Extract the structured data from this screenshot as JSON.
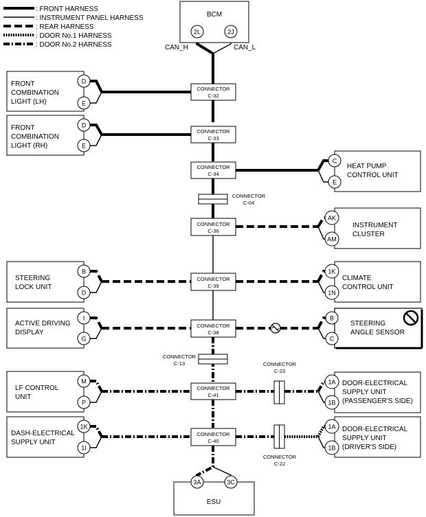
{
  "legend": [
    {
      "label": ": FRONT HARNESS",
      "style": "front"
    },
    {
      "label": ": INSTRUMENT PANEL HARNESS",
      "style": "ip"
    },
    {
      "label": ": REAR HARNESS",
      "style": "rear"
    },
    {
      "label": ": DOOR No.1 HARNESS",
      "style": "door1"
    },
    {
      "label": ": DOOR No.2 HARNESS",
      "style": "door2"
    }
  ],
  "bcm": {
    "name": "BCM",
    "pins": [
      "2L",
      "2J"
    ],
    "can_h": "CAN_H",
    "can_l": "CAN_L"
  },
  "connectors": {
    "c32": [
      "CONNECTOR",
      "C-32"
    ],
    "c33": [
      "CONNECTOR",
      "C-33"
    ],
    "c34": [
      "CONNECTOR",
      "C-34"
    ],
    "c04": [
      "CONNECTOR",
      "C-04"
    ],
    "c36": [
      "CONNECTOR",
      "C-36"
    ],
    "c39": [
      "CONNECTOR",
      "C-39"
    ],
    "c38": [
      "CONNECTOR",
      "C-38"
    ],
    "c13": [
      "CONNECTOR",
      "C-13"
    ],
    "c41": [
      "CONNECTOR",
      "C-41"
    ],
    "c23": [
      "CONNECTOR",
      "C-23"
    ],
    "c40": [
      "CONNECTOR",
      "C-40"
    ],
    "c22": [
      "CONNECTOR",
      "C-22"
    ]
  },
  "left_modules": {
    "front_lh": {
      "lines": [
        "FRONT",
        "COMBINATION",
        "LIGHT (LH)"
      ],
      "pins": [
        "D",
        "E"
      ]
    },
    "front_rh": {
      "lines": [
        "FRONT",
        "COMBINATION",
        "LIGHT (RH)"
      ],
      "pins": [
        "D",
        "E"
      ]
    },
    "steering_lock": {
      "lines": [
        "STEERING",
        "LOCK UNIT"
      ],
      "pins": [
        "B",
        "D"
      ]
    },
    "active_display": {
      "lines": [
        "ACTIVE DRIVING",
        "DISPLAY"
      ],
      "pins": [
        "I",
        "G"
      ]
    },
    "lf_control": {
      "lines": [
        "LF CONTROL",
        "UNIT"
      ],
      "pins": [
        "M",
        "P"
      ]
    },
    "dash_supply": {
      "lines": [
        "DASH-ELECTRICAL",
        "SUPPLY UNIT"
      ],
      "pins": [
        "1K",
        "1I"
      ]
    }
  },
  "right_modules": {
    "heat_pump": {
      "lines": [
        "HEAT PUMP",
        "CONTROL UNIT"
      ],
      "pins": [
        "C",
        "E"
      ]
    },
    "instrument": {
      "lines": [
        "INSTRUMENT",
        "CLUSTER"
      ],
      "pins": [
        "AK",
        "AM"
      ]
    },
    "climate": {
      "lines": [
        "CLIMATE",
        "CONTROL UNIT"
      ],
      "pins": [
        "1K",
        "1N"
      ]
    },
    "steering_angle": {
      "lines": [
        "STEERING",
        "ANGLE SENSOR"
      ],
      "pins": [
        "B",
        "C"
      ]
    },
    "door_pass": {
      "lines": [
        "DOOR-ELECTRICAL",
        "SUPPLY UNIT",
        "(PASSENGER'S SIDE)"
      ],
      "pins": [
        "1A",
        "1B"
      ]
    },
    "door_driver": {
      "lines": [
        "DOOR-ELECTRICAL",
        "SUPPLY UNIT",
        "(DRIVER'S SIDE)"
      ],
      "pins": [
        "1A",
        "1B"
      ]
    }
  },
  "esu": {
    "name": "ESU",
    "pins": [
      "3A",
      "3C"
    ]
  },
  "symbols": {
    "prohibited_icon": "no-entry-icon",
    "noise_icon": "no-noise-icon"
  }
}
